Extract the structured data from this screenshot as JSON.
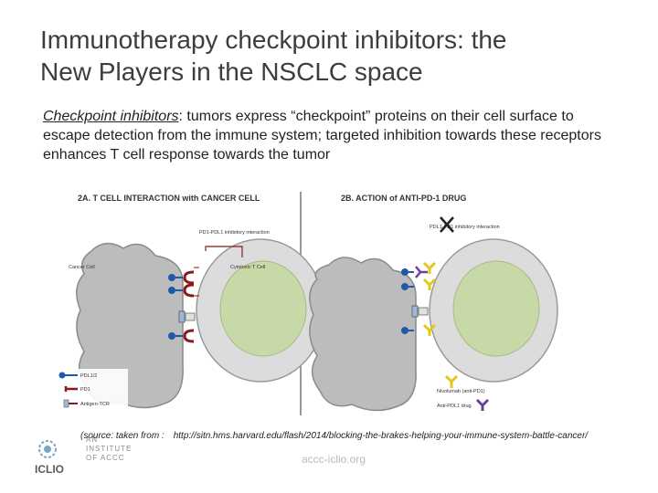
{
  "slide": {
    "title_line1": "Immunotherapy checkpoint inhibitors: the",
    "title_line2": "New Players in the NSCLC space",
    "intro_lead": "Checkpoint inhibitors",
    "intro_rest": ": tumors express “checkpoint” proteins on their cell surface to escape detection from the immune system; targeted inhibition towards these receptors enhances T cell response towards the tumor"
  },
  "figure": {
    "panel_a_title": "2A. T CELL INTERACTION with CANCER CELL",
    "panel_b_title": "2B. ACTION of ANTI-PD-1 DRUG",
    "label_interaction": "PD1-PDL1 inhibitory interaction",
    "label_cancer_cell": "Cancer Cell",
    "label_t_cell": "Cytotoxic T Cell",
    "label_pdl1_b": "PDL1-PD1 inhibitory interaction",
    "legend_pdl": "PDL1/2",
    "legend_pd1": "PD1",
    "legend_tcr": "Antigen-TCR",
    "legend_nivolumab": "Nivolumab (anti-PD1)",
    "legend_antipdl1": "Anti-PDL1 drug"
  },
  "source": {
    "prefix": "(source: taken from :",
    "url": "http://sitn.hms.harvard.edu/flash/2014/blocking-the-brakes-helping-your-immune-system-battle-cancer/"
  },
  "branding": {
    "logo_letters": "ICLIO",
    "line1": "AN",
    "line2": "INSTITUTE",
    "line3": "OF ACCC",
    "site": "accc-iclio.org"
  },
  "colors": {
    "pd1_red": "#8b1a1a",
    "pdl_blue": "#1e5aa8",
    "drug_yellow": "#e6c619",
    "drug_purple": "#6b3fa0",
    "tcell_green": "#c8d9a8"
  }
}
